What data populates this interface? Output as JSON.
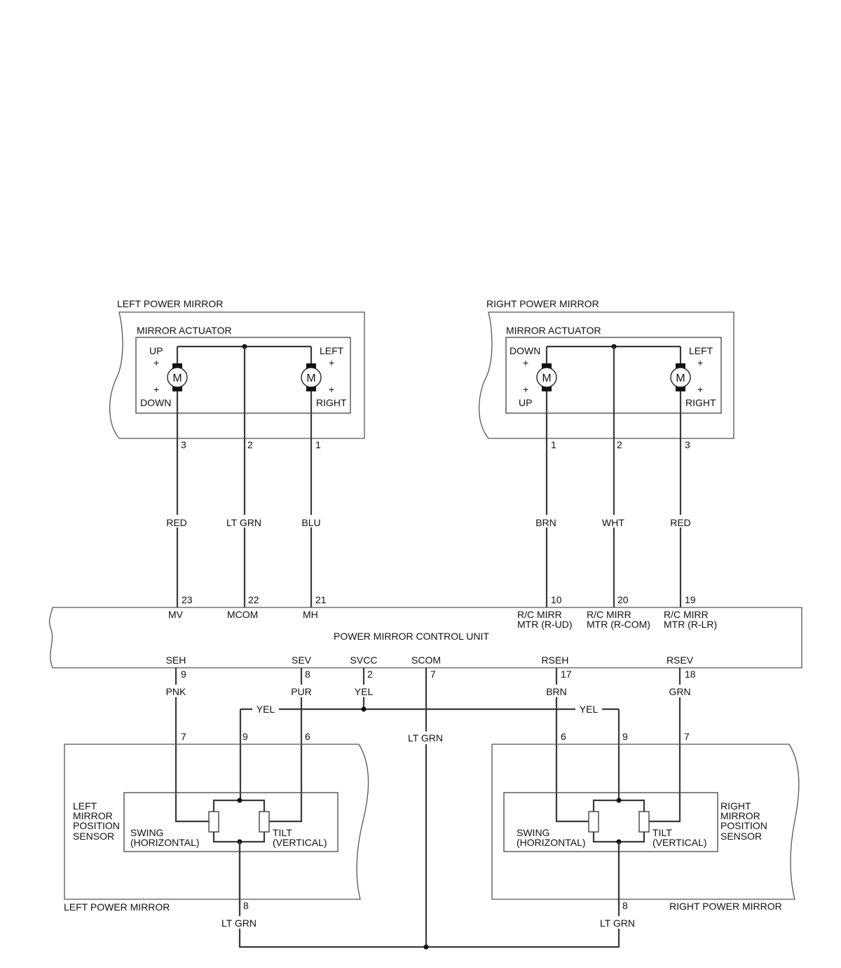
{
  "left_mirror": {
    "title": "LEFT POWER MIRROR",
    "actuator_title": "MIRROR ACTUATOR",
    "motor_symbol": "M",
    "motor1_top": "UP",
    "motor1_bottom": "DOWN",
    "motor2_top": "LEFT",
    "motor2_bottom": "RIGHT",
    "plus": "+",
    "pin_a": "3",
    "pin_b": "2",
    "pin_c": "1",
    "wire_a": "RED",
    "wire_b": "LT GRN",
    "wire_c": "BLU"
  },
  "right_mirror": {
    "title": "RIGHT POWER MIRROR",
    "actuator_title": "MIRROR ACTUATOR",
    "motor_symbol": "M",
    "motor1_top": "DOWN",
    "motor1_bottom": "UP",
    "motor2_top": "LEFT",
    "motor2_bottom": "RIGHT",
    "plus": "+",
    "pin_a": "1",
    "pin_b": "2",
    "pin_c": "3",
    "wire_a": "BRN",
    "wire_b": "WHT",
    "wire_c": "RED"
  },
  "control_unit": {
    "title": "POWER MIRROR CONTROL UNIT",
    "top_pins": [
      {
        "pin": "23",
        "label1": "MV",
        "label2": ""
      },
      {
        "pin": "22",
        "label1": "MCOM",
        "label2": ""
      },
      {
        "pin": "21",
        "label1": "MH",
        "label2": ""
      },
      {
        "pin": "10",
        "label1": "R/C MIRR",
        "label2": "MTR (R-UD)"
      },
      {
        "pin": "20",
        "label1": "R/C MIRR",
        "label2": "MTR (R-COM)"
      },
      {
        "pin": "19",
        "label1": "R/C MIRR",
        "label2": "MTR (R-LR)"
      }
    ],
    "bottom_pins": [
      {
        "label": "SEH",
        "pin": "9",
        "wire": "PNK"
      },
      {
        "label": "SEV",
        "pin": "8",
        "wire": "PUR"
      },
      {
        "label": "SVCC",
        "pin": "2",
        "wire": "YEL"
      },
      {
        "label": "SCOM",
        "pin": "7",
        "wire": "LT GRN"
      },
      {
        "label": "RSEH",
        "pin": "17",
        "wire": "BRN"
      },
      {
        "label": "RSEV",
        "pin": "18",
        "wire": "GRN"
      }
    ]
  },
  "yel_label_left": "YEL",
  "yel_label_right": "YEL",
  "left_sensor": {
    "name_lines": [
      "LEFT",
      "MIRROR",
      "POSITION",
      "SENSOR"
    ],
    "swing": [
      "SWING",
      "(HORIZONTAL)"
    ],
    "tilt": [
      "TILT",
      "(VERTICAL)"
    ],
    "pin_swing": "7",
    "pin_vcc": "9",
    "pin_tilt": "6",
    "pin_com": "8",
    "mirror_label": "LEFT POWER MIRROR",
    "com_wire": "LT GRN"
  },
  "right_sensor": {
    "name_lines": [
      "RIGHT",
      "MIRROR",
      "POSITION",
      "SENSOR"
    ],
    "swing": [
      "SWING",
      "(HORIZONTAL)"
    ],
    "tilt": [
      "TILT",
      "(VERTICAL)"
    ],
    "pin_swing": "6",
    "pin_vcc": "9",
    "pin_tilt": "7",
    "pin_com": "8",
    "mirror_label": "RIGHT POWER MIRROR",
    "com_wire": "LT GRN"
  }
}
